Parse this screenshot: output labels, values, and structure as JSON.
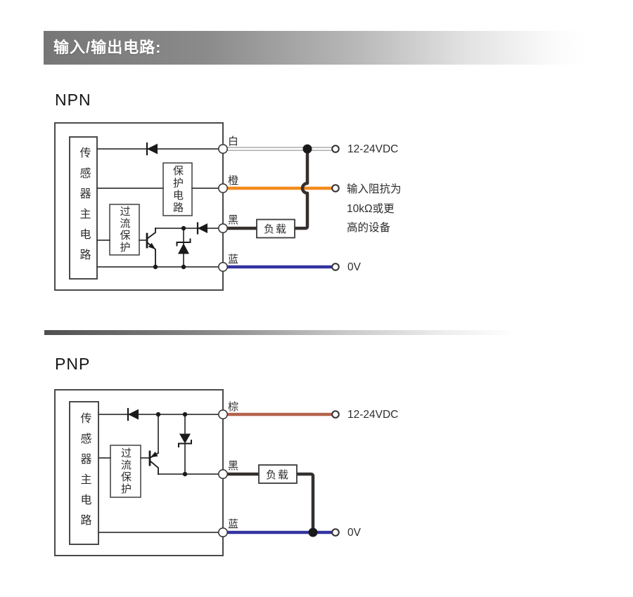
{
  "header": {
    "title": "输入/输出电路:"
  },
  "npn": {
    "title": "NPN",
    "sensor_box": "传感器主电路",
    "protection_box": "保护电路",
    "overcurrent_box": "过流保护",
    "load_box": "负载",
    "wire_labels": {
      "white": "白",
      "orange": "橙",
      "black": "黑",
      "blue": "蓝"
    },
    "terminals": {
      "power": "12-24VDC",
      "input_note": [
        "输入阻抗为",
        "10kΩ或更",
        "高的设备"
      ],
      "ground": "0V"
    }
  },
  "pnp": {
    "title": "PNP",
    "sensor_box": "传感器主电路",
    "overcurrent_box": "过流保护",
    "load_box": "负载",
    "wire_labels": {
      "brown": "棕",
      "black": "黑",
      "blue": "蓝"
    },
    "terminals": {
      "power": "12-24VDC",
      "ground": "0V"
    }
  },
  "colors": {
    "line": "#3a3a3a",
    "box_line": "#4a4a4a",
    "symbol_fill": "#1a1a1a",
    "orange_wire": "#f28b1e",
    "blue_wire": "#3333a0",
    "brown_wire": "#b4634d",
    "black_wire": "#35302e",
    "white_wire_edge": "#9c9c9c"
  }
}
